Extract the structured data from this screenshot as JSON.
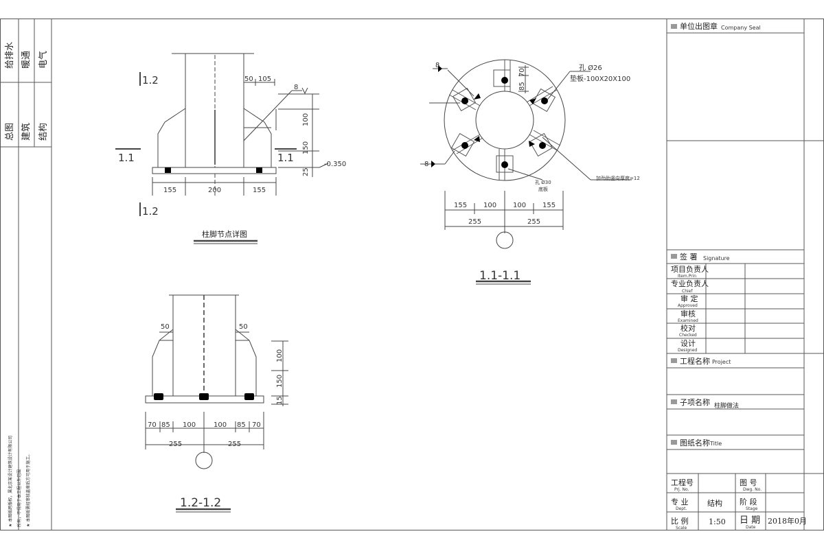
{
  "left_strip": {
    "disciplines_top": [
      "给排水",
      "暖通",
      "电气"
    ],
    "disciplines_bottom": [
      "总图",
      "建筑",
      "结构"
    ],
    "notes": [
      "★ 本图纸跨版权，属北京某设计建筑设计有限公司",
      "所有，不得用于本工程以外范围",
      "★ 本图纸需经审核盖章后方可用于施工。"
    ]
  },
  "detail": {
    "caption": "柱脚节点详图",
    "section_top": "1.2",
    "section_left": "1.1",
    "section_right": "1.1",
    "section_bottom": "1.2",
    "dim_50": "50",
    "dim_105": "105",
    "weld": "8",
    "dim_100": "100",
    "dim_150": "150",
    "dim_25": "25",
    "elev": "-0.350",
    "bottom_dims": [
      "155",
      "200",
      "155"
    ]
  },
  "plan": {
    "title": "1.1-1.1",
    "weld_top": "8",
    "weld_left": "8",
    "dim_70": "70",
    "dim_85": "85",
    "hole": "孔 Ø26",
    "plate": "垫板-100X20X100",
    "stiffener": "加劲肋竖向厚度=12",
    "anchor": "孔 Ø30",
    "anchor_sub": "底板",
    "bottom_dims_1": [
      "155",
      "100",
      "100",
      "155"
    ],
    "bottom_dims_2": [
      "255",
      "255"
    ]
  },
  "section12": {
    "title": "1.2-1.2",
    "dim_left": "50",
    "dim_right": "50",
    "dim_100": "100",
    "dim_150": "150",
    "dim_15": "15",
    "bottom_dims_1": [
      "70",
      "85",
      "100",
      "100",
      "85",
      "70"
    ],
    "bottom_dims_2": [
      "255",
      "255"
    ]
  },
  "title_block": {
    "company_seal": "单位出图章",
    "company_seal_en": "Company Seal",
    "signature": "签  署",
    "signature_en": "Signature",
    "sign_rows": [
      {
        "cn": "项目负责人",
        "en": "Item.Prin"
      },
      {
        "cn": "专业负责人",
        "en": "Chief"
      },
      {
        "cn": "审  定",
        "en": "Approved"
      },
      {
        "cn": "审核",
        "en": "Examined"
      },
      {
        "cn": "校对",
        "en": "Checked"
      },
      {
        "cn": "设计",
        "en": "Designed"
      }
    ],
    "project": "工程名称",
    "project_en": "Project",
    "subitem": "子项名称",
    "subitem_value": "柱脚做法",
    "drawing_name": "图纸名称",
    "drawing_name_en": "Title",
    "proj_no": "工程号",
    "proj_no_en": "Prj. No.",
    "dwg_no": "图  号",
    "dwg_no_en": "Dwg. No.",
    "dept": "专  业",
    "dept_en": "Dept.",
    "dept_value": "结构",
    "stage": "阶  段",
    "stage_en": "Stage",
    "scale": "比  例",
    "scale_en": "Scale",
    "scale_value": "1:50",
    "date": "日  期",
    "date_en": "Date",
    "date_value": "2018年0月"
  }
}
